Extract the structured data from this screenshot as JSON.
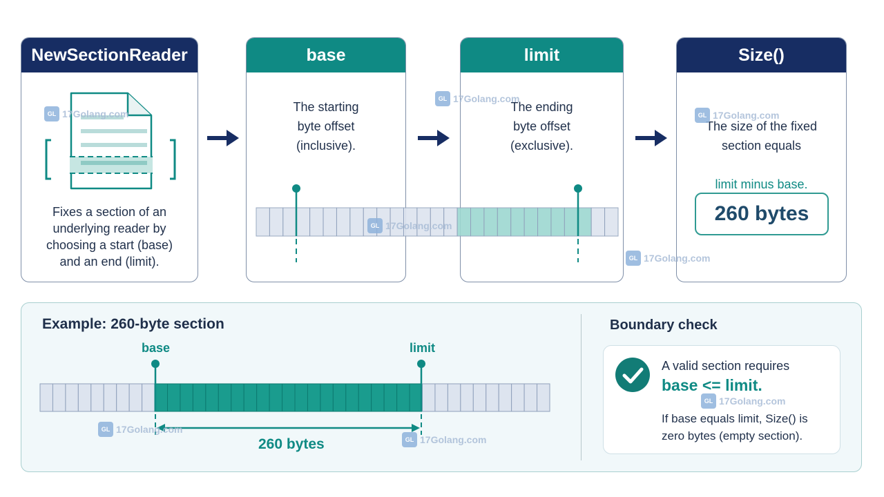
{
  "cards": [
    {
      "title": "NewSectionReader",
      "desc": "Fixes a section of an\nunderlying reader by\nchoosing a start (base)\nand an end (limit)."
    },
    {
      "title": "base",
      "desc": "The starting\nbyte offset\n(inclusive)."
    },
    {
      "title": "limit",
      "desc": "The ending\nbyte offset\n(exclusive)."
    },
    {
      "title": "Size()",
      "desc": "The size of the fixed\nsection equals",
      "highlight": "limit minus base.",
      "result": "260 bytes"
    }
  ],
  "example": {
    "title": "Example: 260-byte section",
    "base_label": "base",
    "limit_label": "limit",
    "span_label": "260 bytes"
  },
  "boundary": {
    "title": "Boundary check",
    "line1": "A valid section requires",
    "expr": "base <= limit.",
    "note": "If base equals limit, Size() is\nzero bytes (empty section)."
  },
  "watermark": {
    "text": "17Golang.com"
  },
  "colors": {
    "navy": "#172d63",
    "teal": "#0f8a84",
    "cell": "#dde4ef",
    "cell_fill": "#1a9c8e",
    "light_teal": "#9dd8d1"
  }
}
